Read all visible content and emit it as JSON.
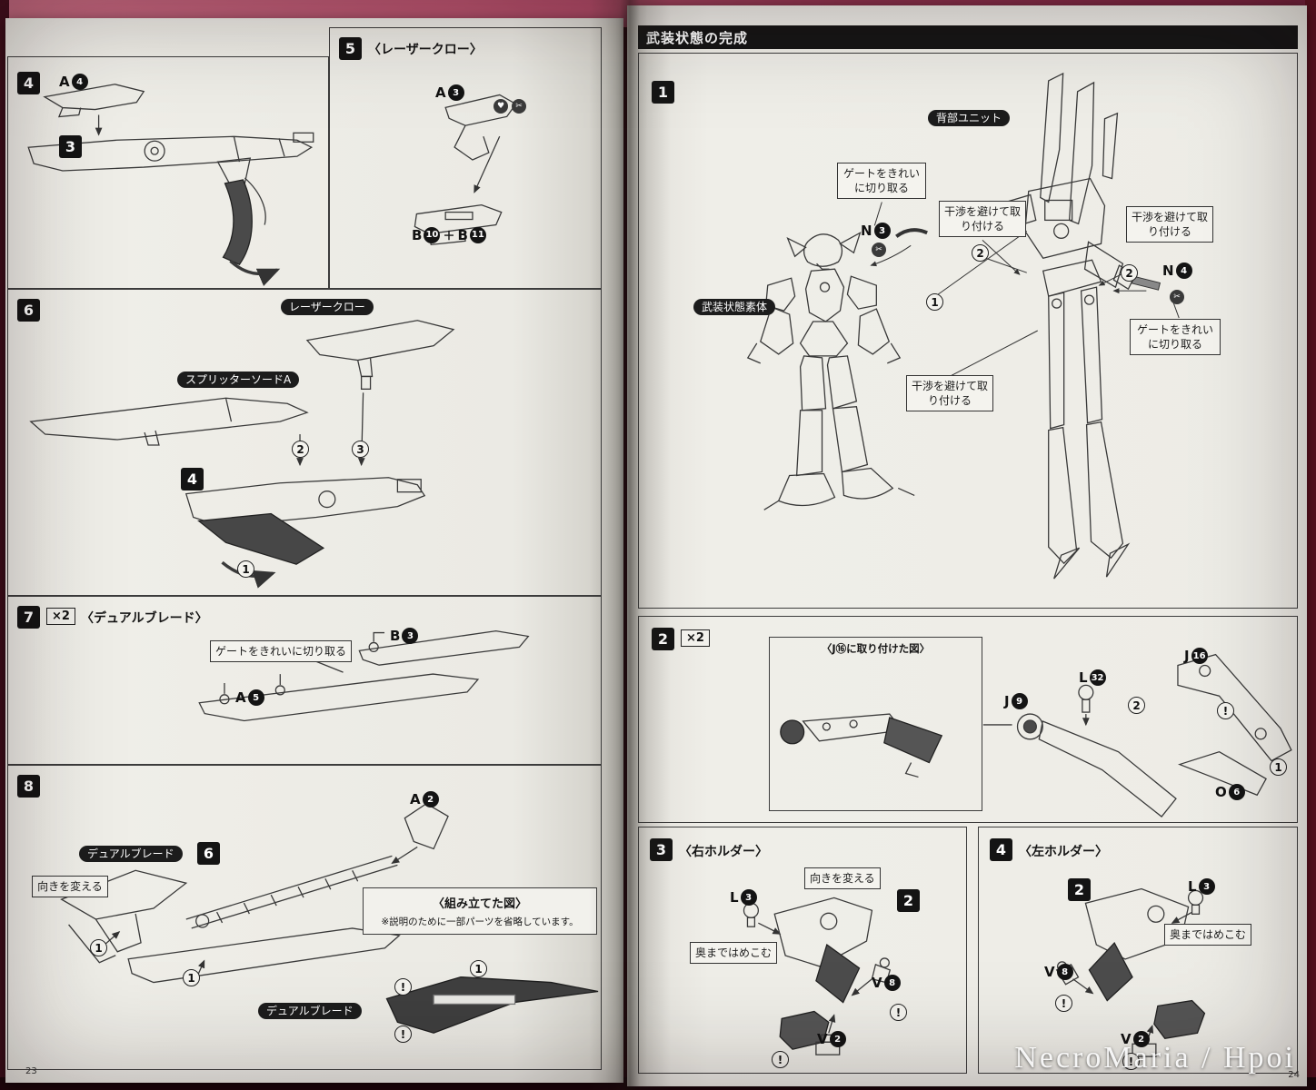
{
  "photo": {
    "watermark": "NecroMaria / Hpoi",
    "left_page_number": "23",
    "right_page_number": "24"
  },
  "icons": {
    "gate_mark": "✂",
    "heart_mark": "♥"
  },
  "left": {
    "s4": {
      "no": "4",
      "part_a4": {
        "letter": "A",
        "num": "4"
      },
      "assembly_ref": "3"
    },
    "s5": {
      "no": "5",
      "title": "〈レーザークロー〉",
      "part_a3": {
        "letter": "A",
        "num": "3"
      },
      "part_b10": {
        "letter": "B",
        "num": "10"
      },
      "plus": "＋",
      "part_b11": {
        "letter": "B",
        "num": "11"
      }
    },
    "s6": {
      "no": "6",
      "badge_laser": "レーザークロー",
      "badge_splitter": "スプリッターソードA",
      "ord1": "1",
      "ord2": "2",
      "ord3": "3",
      "assembly_ref": "4"
    },
    "s7": {
      "no": "7",
      "multiplier": "×2",
      "title": "〈デュアルブレード〉",
      "callout_gate": "ゲートをきれいに切り取る",
      "part_b3": {
        "letter": "B",
        "num": "3"
      },
      "part_a5": {
        "letter": "A",
        "num": "5"
      }
    },
    "s8": {
      "no": "8",
      "badge_dual_top": "デュアルブレード",
      "badge_dual_bottom": "デュアルブレード",
      "callout_dir": "向きを変える",
      "part_a2": {
        "letter": "A",
        "num": "2"
      },
      "assembly_ref": "6",
      "ord1": "1",
      "caution": "!",
      "note_title": "〈組み立てた図〉",
      "note_text": "※説明のために一部パーツを省略しています。"
    }
  },
  "right": {
    "header": "武装状態の完成",
    "s1": {
      "no": "1",
      "badge_back_unit": "背部ユニット",
      "badge_base_body": "武装状態素体",
      "callout_gate": "ゲートをきれいに切り取る",
      "callout_avoid": "干渉を避けて取り付ける",
      "part_n3": {
        "letter": "N",
        "num": "3"
      },
      "part_n4": {
        "letter": "N",
        "num": "4"
      },
      "ord1": "1",
      "ord2": "2"
    },
    "s2": {
      "no": "2",
      "multiplier": "×2",
      "inset_title": "〈J⑯に取り付けた図〉",
      "part_j16": {
        "letter": "J",
        "num": "16"
      },
      "part_l32": {
        "letter": "L",
        "num": "32"
      },
      "part_j9": {
        "letter": "J",
        "num": "9"
      },
      "part_o6": {
        "letter": "O",
        "num": "6"
      },
      "ord1": "1",
      "ord2": "2",
      "caution": "!"
    },
    "s3": {
      "no": "3",
      "title": "〈右ホルダー〉",
      "part_l3": {
        "letter": "L",
        "num": "3"
      },
      "callout_dir": "向きを変える",
      "assembly_ref": "2",
      "callout_insert": "奥まではめこむ",
      "part_v8": {
        "letter": "V",
        "num": "8"
      },
      "part_v2": {
        "letter": "V",
        "num": "2"
      },
      "caution": "!"
    },
    "s4": {
      "no": "4",
      "title": "〈左ホルダー〉",
      "assembly_ref": "2",
      "part_l3": {
        "letter": "L",
        "num": "3"
      },
      "callout_insert": "奥まではめこむ",
      "part_v8": {
        "letter": "V",
        "num": "8"
      },
      "part_v2": {
        "letter": "V",
        "num": "2"
      },
      "caution": "!"
    }
  }
}
